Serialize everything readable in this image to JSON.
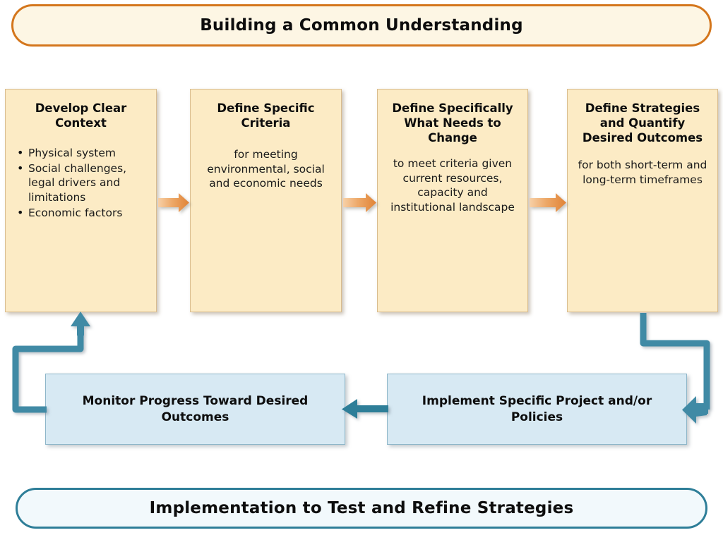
{
  "diagram": {
    "top_banner": {
      "label": "Building a Common Understanding"
    },
    "bottom_banner": {
      "label": "Implementation to Test and Refine Strategies"
    },
    "process_steps": [
      {
        "title": "Develop Clear Context",
        "bullets": [
          "Physical system",
          "Social challenges, legal drivers and limitations",
          "Economic factors"
        ],
        "subtitle": ""
      },
      {
        "title": "Define Specific Criteria",
        "bullets": [],
        "subtitle": "for meeting environmental, social and economic needs"
      },
      {
        "title": "Define Specifically What Needs to Change",
        "bullets": [],
        "subtitle": "to meet criteria given current resources, capacity and institutional landscape"
      },
      {
        "title": "Define Strategies and Quantify Desired Outcomes",
        "bullets": [],
        "subtitle": "for both short-term and long-term timeframes"
      }
    ],
    "feedback_steps": [
      {
        "label": "Monitor Progress Toward Desired Outcomes"
      },
      {
        "label": "Implement Specific Project and/or Policies"
      }
    ],
    "connectors": [
      {
        "name": "step1-to-step2",
        "style": "orange-arrow",
        "direction": "right"
      },
      {
        "name": "step2-to-step3",
        "style": "orange-arrow",
        "direction": "right"
      },
      {
        "name": "step3-to-step4",
        "style": "orange-arrow",
        "direction": "right"
      },
      {
        "name": "step4-to-implement",
        "style": "teal-elbow",
        "direction": "down-right-down-left"
      },
      {
        "name": "implement-to-monitor",
        "style": "teal-arrow",
        "direction": "left"
      },
      {
        "name": "monitor-to-step1",
        "style": "teal-elbow",
        "direction": "left-up-right-up"
      }
    ],
    "colors": {
      "banner_top_fill": "#FDF6E4",
      "banner_top_border": "#D4761C",
      "banner_bottom_fill": "#F2F9FC",
      "banner_bottom_border": "#2E7E98",
      "process_box_fill": "#FCEBC5",
      "process_box_border": "#D9BC8E",
      "feedback_box_fill": "#D7E9F3",
      "feedback_box_border": "#8EB6C9",
      "orange_arrow": "#E08A3C",
      "teal_connector": "#3F8AA5",
      "text": "#0D0D0D"
    }
  }
}
